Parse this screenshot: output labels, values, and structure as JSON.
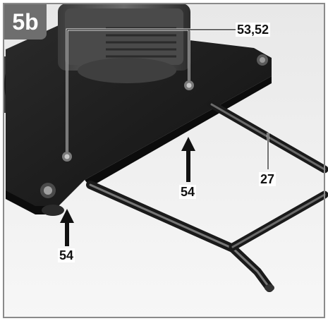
{
  "figure": {
    "badge": "5b",
    "labels": {
      "screws": "53,52",
      "frame": "27",
      "arrow_right": "54",
      "arrow_left": "54"
    }
  },
  "colors": {
    "border": "#8a8a8a",
    "badge_bg": "#6e6e6e",
    "plate": "#1f1f1f",
    "frame_rod": "#2a2a2a",
    "background": "#f2f2f2"
  }
}
